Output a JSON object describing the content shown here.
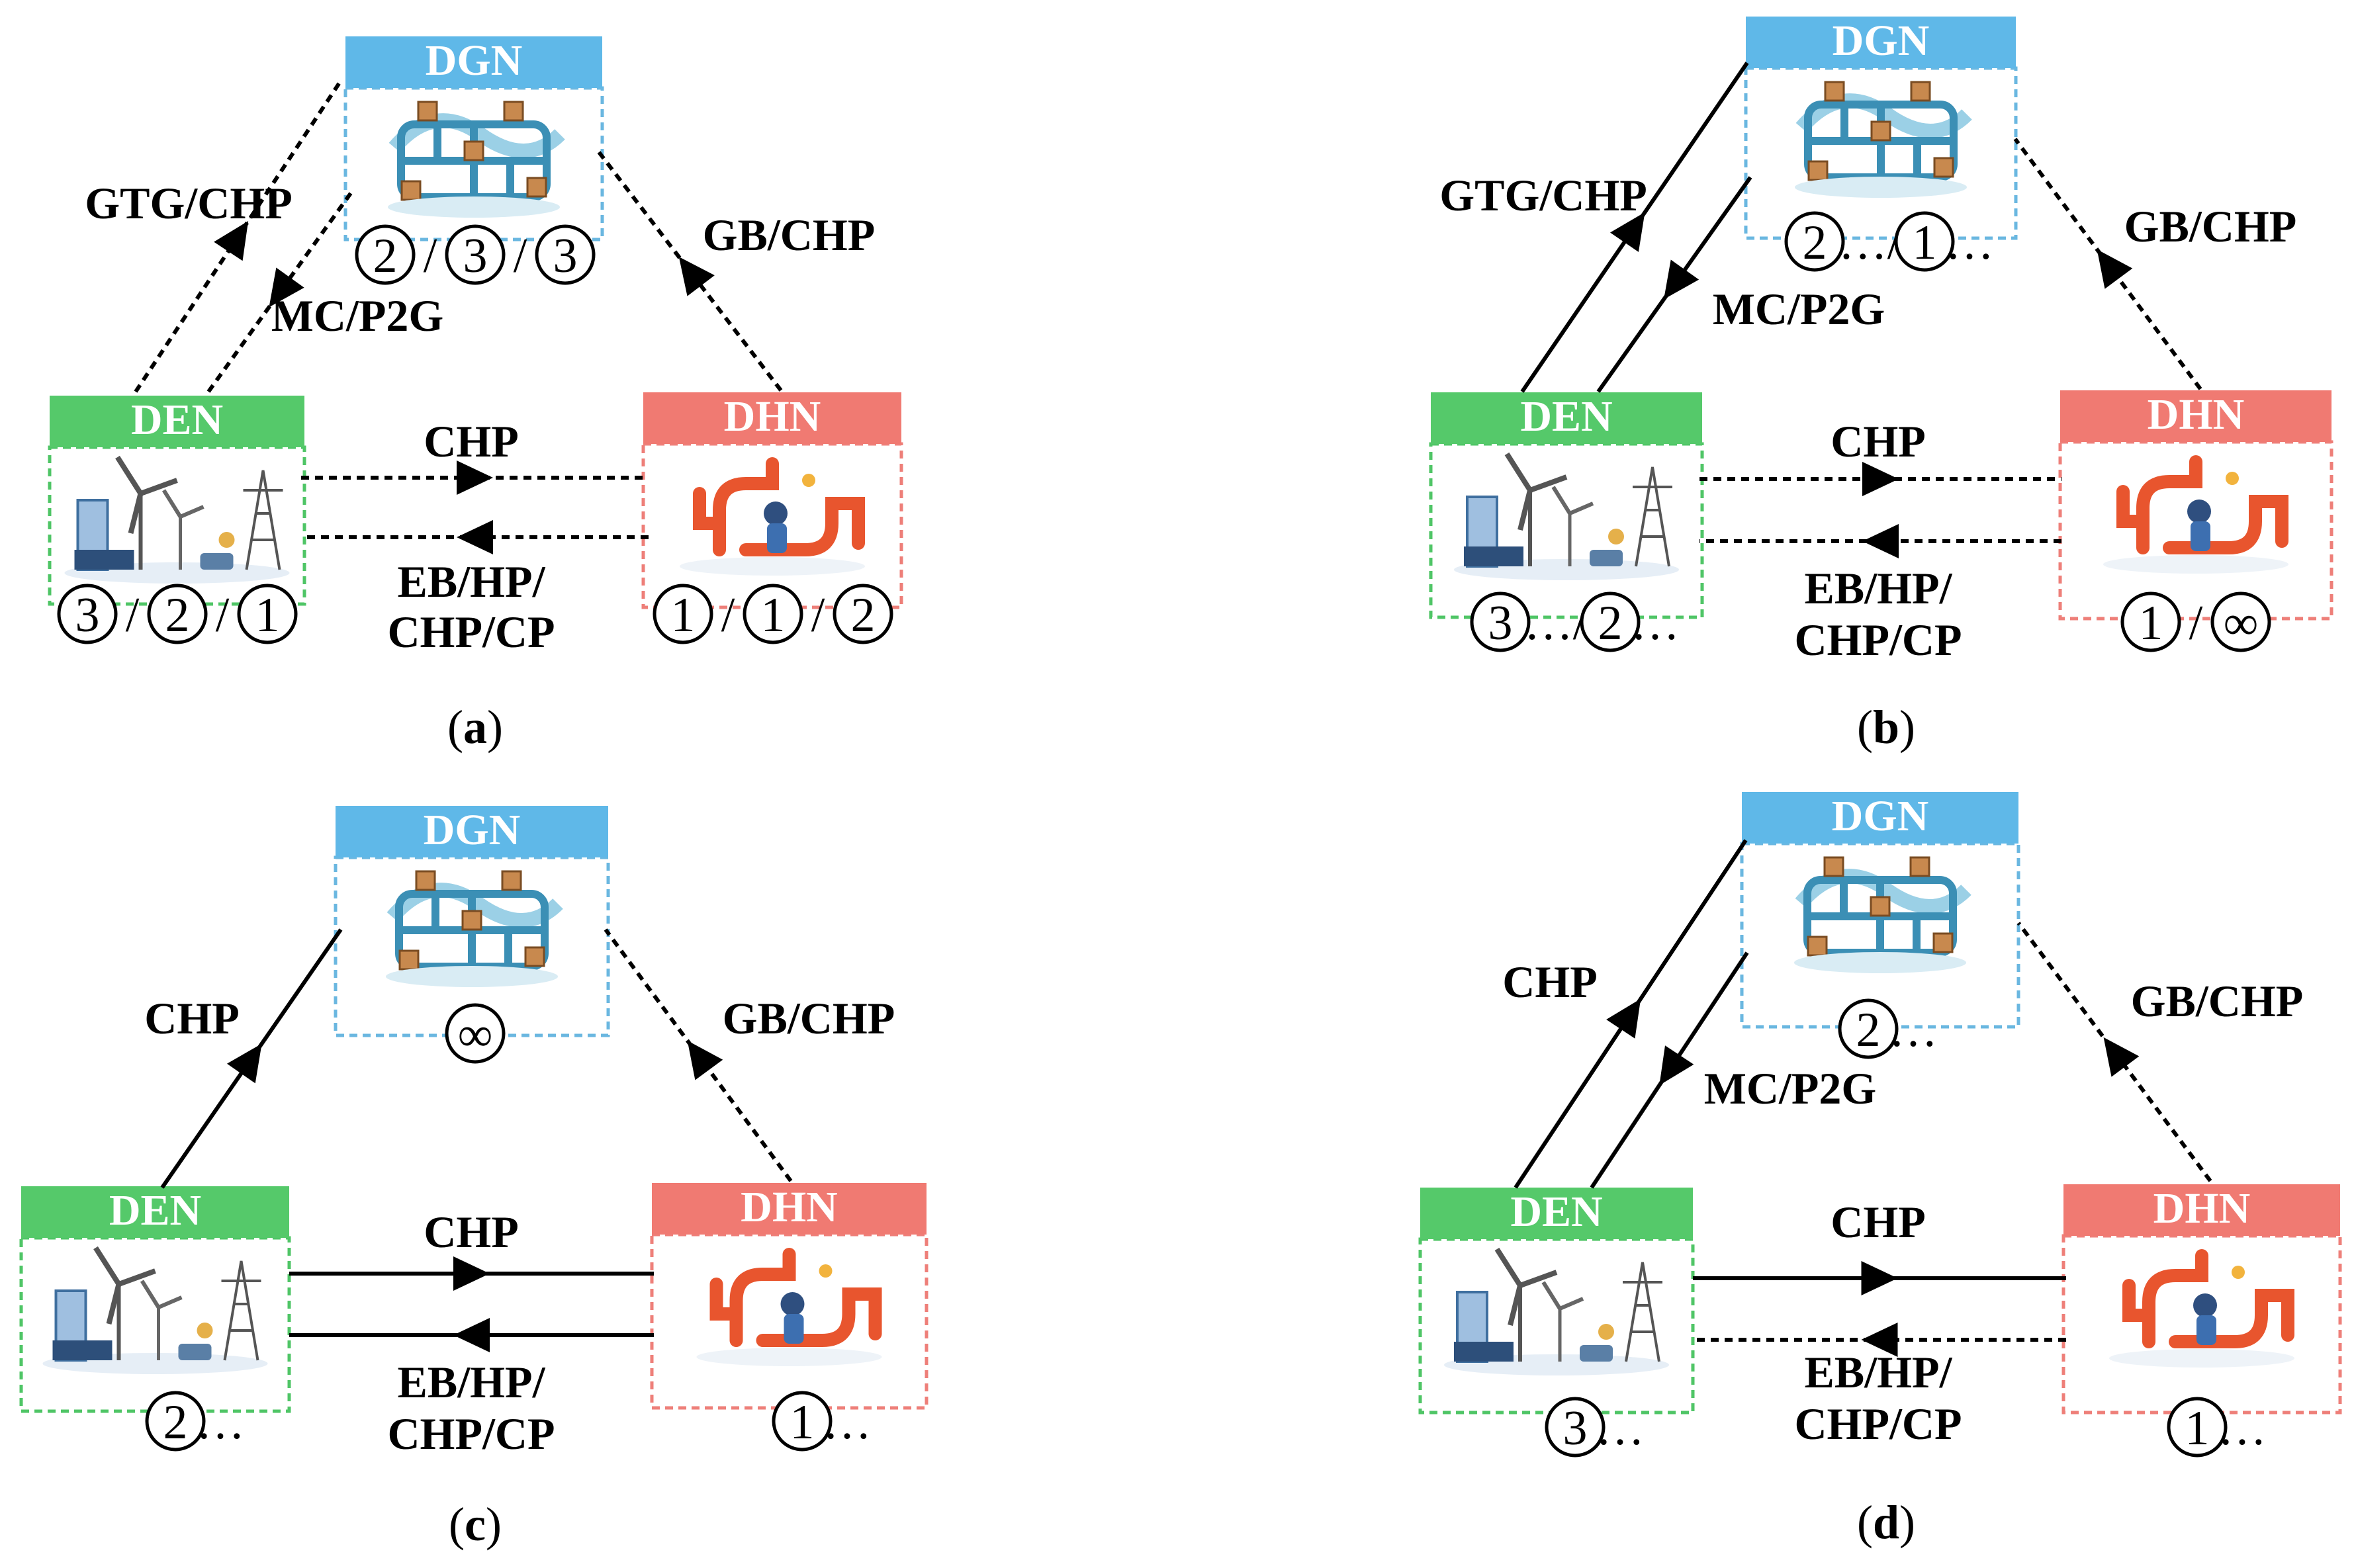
{
  "colors": {
    "dgn": "#5fb8e8",
    "den": "#55c96a",
    "dhn": "#f07a72",
    "dgn_border": "#6ab7e0",
    "den_border": "#4fc566",
    "dhn_border": "#ee7f79"
  },
  "nodes": {
    "dgn": "DGN",
    "den": "DEN",
    "dhn": "DHN"
  },
  "icons": {
    "dgn": "gas-pipeline-network-icon",
    "den": "power-grid-wind-solar-icon",
    "dhn": "heat-pipe-network-icon"
  },
  "panels": [
    {
      "caption": {
        "open": "(",
        "letter": "a",
        "close": ")"
      },
      "dgn_markers": [
        "2",
        "/",
        "3",
        "/",
        "3"
      ],
      "den_markers": [
        "3",
        "/",
        "2",
        "/",
        "1"
      ],
      "dhn_markers": [
        "1",
        "/",
        "1",
        "/",
        "2"
      ],
      "den_to_dgn": "GTG/CHP",
      "dgn_to_den": "MC/P2G",
      "dhn_to_dgn": "GB/CHP",
      "den_to_dhn": "CHP",
      "dhn_to_den_1": "EB/HP/",
      "dhn_to_den_2": "CHP/CP",
      "den_dgn_line": "dashed",
      "dhn_dgn_line": "dashed",
      "den_dhn_line": "dashed",
      "dhn_den_line": "dashed"
    },
    {
      "caption": {
        "open": "(",
        "letter": "b",
        "close": ")"
      },
      "dgn_markers": [
        "2",
        "…/",
        "1",
        "…"
      ],
      "den_markers": [
        "3",
        "…/",
        "2",
        "…"
      ],
      "dhn_markers": [
        "1",
        "/",
        "∞"
      ],
      "den_to_dgn": "GTG/CHP",
      "dgn_to_den": "MC/P2G",
      "dhn_to_dgn": "GB/CHP",
      "den_to_dhn": "CHP",
      "dhn_to_den_1": "EB/HP/",
      "dhn_to_den_2": "CHP/CP",
      "den_dgn_line": "solid",
      "dhn_dgn_line": "dashed",
      "den_dhn_line": "dashed",
      "dhn_den_line": "dashed"
    },
    {
      "caption": {
        "open": "(",
        "letter": "c",
        "close": ")"
      },
      "dgn_markers": [
        "∞"
      ],
      "den_markers": [
        "2",
        "…"
      ],
      "dhn_markers": [
        "1",
        "…"
      ],
      "den_to_dgn": "CHP",
      "dgn_to_den": "",
      "dhn_to_dgn": "GB/CHP",
      "den_to_dhn": "CHP",
      "dhn_to_den_1": "EB/HP/",
      "dhn_to_den_2": "CHP/CP",
      "den_dgn_line": "solid",
      "dhn_dgn_line": "dashed",
      "den_dhn_line": "solid",
      "dhn_den_line": "solid"
    },
    {
      "caption": {
        "open": "(",
        "letter": "d",
        "close": ")"
      },
      "dgn_markers": [
        "2",
        "…"
      ],
      "den_markers": [
        "3",
        "…"
      ],
      "dhn_markers": [
        "1",
        "…"
      ],
      "den_to_dgn": "CHP",
      "dgn_to_den": "MC/P2G",
      "dhn_to_dgn": "GB/CHP",
      "den_to_dhn": "CHP",
      "dhn_to_den_1": "EB/HP/",
      "dhn_to_den_2": "CHP/CP",
      "den_dgn_line": "solid",
      "dhn_dgn_line": "dashed",
      "den_dhn_line": "solid",
      "dhn_den_line": "dashed"
    }
  ]
}
